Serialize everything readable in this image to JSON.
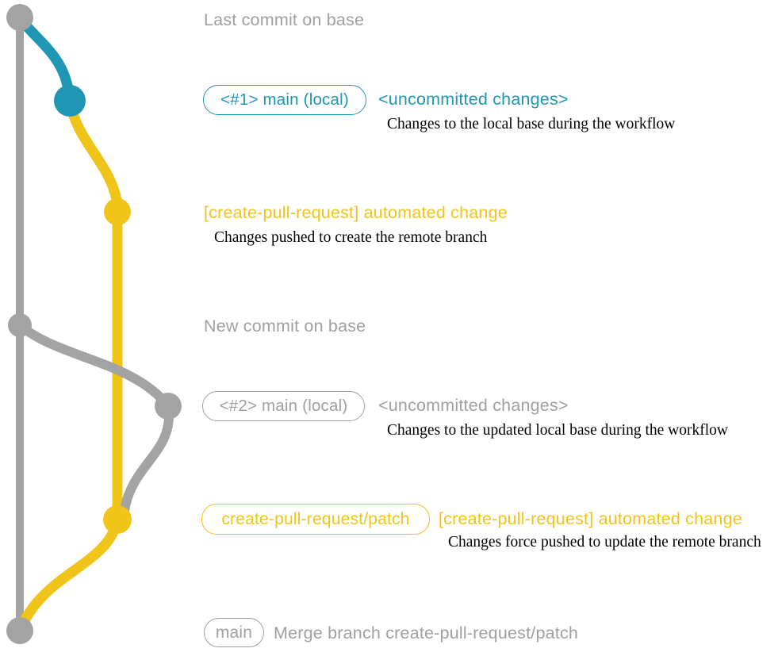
{
  "colors": {
    "line_gray": "#a3a3a3",
    "text_gray": "#a0a0a0",
    "blue": "#1e96b4",
    "yellow": "#f0c419",
    "desc_black": "#000000"
  },
  "annotations": {
    "last_commit": {
      "label": "Last commit on base"
    },
    "main_1": {
      "branch_box": "<#1> main (local)",
      "title": "<uncommitted changes>",
      "desc": "Changes to the local base during the workflow"
    },
    "patch_1": {
      "title": "[create-pull-request] automated change",
      "desc": "Changes pushed to create the remote branch"
    },
    "new_commit": {
      "label": "New commit on base"
    },
    "main_2": {
      "branch_box": "<#2> main (local)",
      "title": "<uncommitted changes>",
      "desc": "Changes to the updated local base during the workflow"
    },
    "patch_2": {
      "branch_box": "create-pull-request/patch",
      "title": "[create-pull-request] automated change",
      "desc": "Changes force pushed to update the remote branch"
    },
    "merge": {
      "branch_box": "main",
      "title": "Merge branch create-pull-request/patch"
    }
  }
}
